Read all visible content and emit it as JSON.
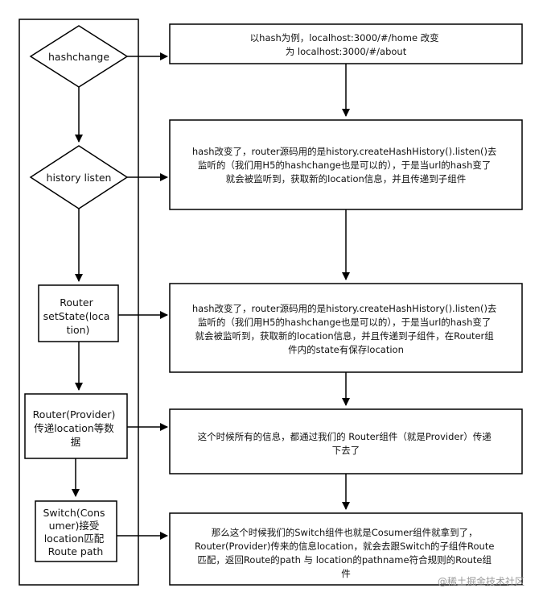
{
  "left_column": {
    "hashchange": "hashchange",
    "history_listen": "history listen",
    "router_setstate": [
      "Router",
      "setState(loca",
      "tion)"
    ],
    "router_provider": [
      "Router(Provider)",
      "传递location等数",
      "据"
    ],
    "switch_consumer": [
      "Switch(Cons",
      "umer)接受",
      "location匹配",
      "Route path"
    ]
  },
  "right_column": {
    "step1": [
      "以hash为例，localhost:3000/#/home 改变",
      "为 localhost:3000/#/about"
    ],
    "step2": [
      "hash改变了，router源码用的是history.createHashHistory().listen()去",
      "监听的（我们用H5的hashchange也是可以的），于是当url的hash变了",
      "就会被监听到，获取新的location信息，并且传递到子组件"
    ],
    "step3": [
      "hash改变了，router源码用的是history.createHashHistory().listen()去",
      "监听的（我们用H5的hashchange也是可以的），于是当url的hash变了",
      "就会被监听到，获取新的location信息，并且传递到子组件，在Router组",
      "件内的state有保存location"
    ],
    "step4": [
      "这个时候所有的信息，都通过我们的 Router组件（就是Provider）传递",
      "下去了"
    ],
    "step5": [
      "那么这个时候我们的Switch组件也就是Cosumer组件就拿到了，",
      "Router(Provider)传来的信息location，就会去跟Switch的子组件Route",
      "匹配，返回Route的path 与 location的pathname符合规则的Route组",
      "件"
    ]
  },
  "watermark": "@稀土掘金技术社区",
  "colors": {
    "stroke": "#000000",
    "fill": "#ffffff",
    "watermark": "#9a9a9a"
  }
}
